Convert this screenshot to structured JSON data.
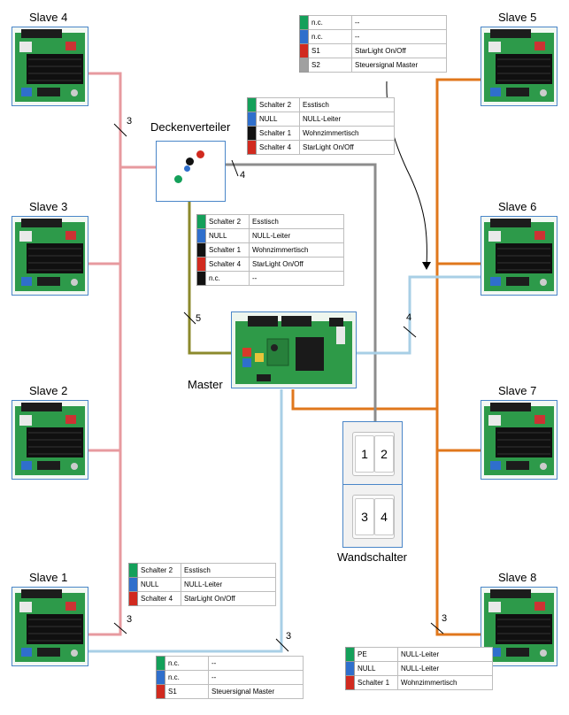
{
  "colors": {
    "green": "#14a05a",
    "blue": "#2f6fcc",
    "black": "#111111",
    "red": "#d12a1f",
    "gray": "#a0a0a0",
    "wire_pink": "#e79a9f",
    "wire_orange": "#e0771c",
    "wire_lightblue": "#a8cfe6",
    "wire_gray": "#8c8c8c",
    "wire_olive": "#8c8a2c"
  },
  "slaves": {
    "s4": "Slave 4",
    "s3": "Slave 3",
    "s2": "Slave 2",
    "s1": "Slave 1",
    "s5": "Slave 5",
    "s6": "Slave 6",
    "s7": "Slave 7",
    "s8": "Slave 8"
  },
  "nodes": {
    "deckenverteiler": "Deckenverteiler",
    "master": "Master",
    "wandschalter": "Wandschalter"
  },
  "switch_numbers": {
    "n1": "1",
    "n2": "2",
    "n3": "3",
    "n4": "4"
  },
  "wire_counts": {
    "pink": "3",
    "deck_to_master": "4",
    "olive": "5",
    "slave6_link": "4",
    "slave1_link": "3",
    "lightblue": "3",
    "orange": "3"
  },
  "legends": {
    "top": [
      {
        "color": "green",
        "code": "n.c.",
        "desc": "--"
      },
      {
        "color": "blue",
        "code": "n.c.",
        "desc": "--"
      },
      {
        "color": "red",
        "code": "S1",
        "desc": "StarLight On/Off"
      },
      {
        "color": "gray",
        "code": "S2",
        "desc": "Steuersignal Master"
      }
    ],
    "deck": [
      {
        "color": "green",
        "code": "Schalter 2",
        "desc": "Esstisch"
      },
      {
        "color": "blue",
        "code": "NULL",
        "desc": "NULL-Leiter"
      },
      {
        "color": "black",
        "code": "Schalter 1",
        "desc": "Wohnzimmertisch"
      },
      {
        "color": "red",
        "code": "Schalter 4",
        "desc": "StarLight On/Off"
      }
    ],
    "olive": [
      {
        "color": "green",
        "code": "Schalter 2",
        "desc": "Esstisch"
      },
      {
        "color": "blue",
        "code": "NULL",
        "desc": "NULL-Leiter"
      },
      {
        "color": "black",
        "code": "Schalter 1",
        "desc": "Wohnzimmertisch"
      },
      {
        "color": "red",
        "code": "Schalter 4",
        "desc": "StarLight On/Off"
      },
      {
        "color": "black",
        "code": "n.c.",
        "desc": "--"
      }
    ],
    "pink": [
      {
        "color": "green",
        "code": "Schalter 2",
        "desc": "Esstisch"
      },
      {
        "color": "blue",
        "code": "NULL",
        "desc": "NULL-Leiter"
      },
      {
        "color": "red",
        "code": "Schalter 4",
        "desc": "StarLight On/Off"
      }
    ],
    "bottom": [
      {
        "color": "green",
        "code": "n.c.",
        "desc": "--"
      },
      {
        "color": "blue",
        "code": "n.c.",
        "desc": "--"
      },
      {
        "color": "red",
        "code": "S1",
        "desc": "Steuersignal Master"
      }
    ],
    "orange": [
      {
        "color": "green",
        "code": "PE",
        "desc": "NULL-Leiter"
      },
      {
        "color": "blue",
        "code": "NULL",
        "desc": "NULL-Leiter"
      },
      {
        "color": "red",
        "code": "Schalter 1",
        "desc": "Wohnzimmertisch"
      }
    ]
  }
}
